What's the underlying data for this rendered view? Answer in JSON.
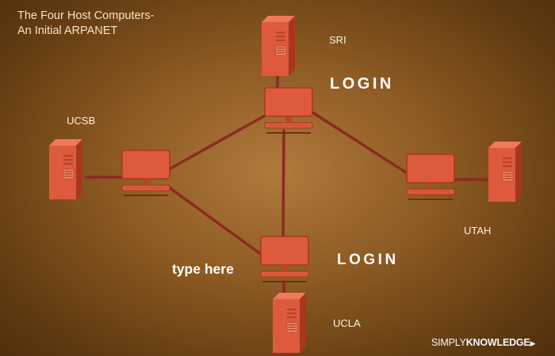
{
  "title": {
    "line1": "The Four Host Computers-",
    "line2": "An Initial ARPANET"
  },
  "nodes": [
    {
      "id": "sri",
      "label": "SRI"
    },
    {
      "id": "ucsb",
      "label": "UCSB"
    },
    {
      "id": "utah",
      "label": "UTAH"
    },
    {
      "id": "ucla",
      "label": "UCLA"
    }
  ],
  "annotations": {
    "login_top": "LOGIN",
    "login_bottom": "LOGIN",
    "type_here": "type here"
  },
  "brand": {
    "simply": "SIMPLY",
    "knowledge": "KNOWLEDGE",
    "arrow": "▶"
  },
  "colors": {
    "device": "#dd5a3c",
    "device_dark": "#a8361f",
    "device_light": "#ee7a5a",
    "link": "#8c2a22",
    "text": "#fbf2e3"
  },
  "icons": [
    "server-icon",
    "terminal-icon",
    "keyboard-icon"
  ]
}
